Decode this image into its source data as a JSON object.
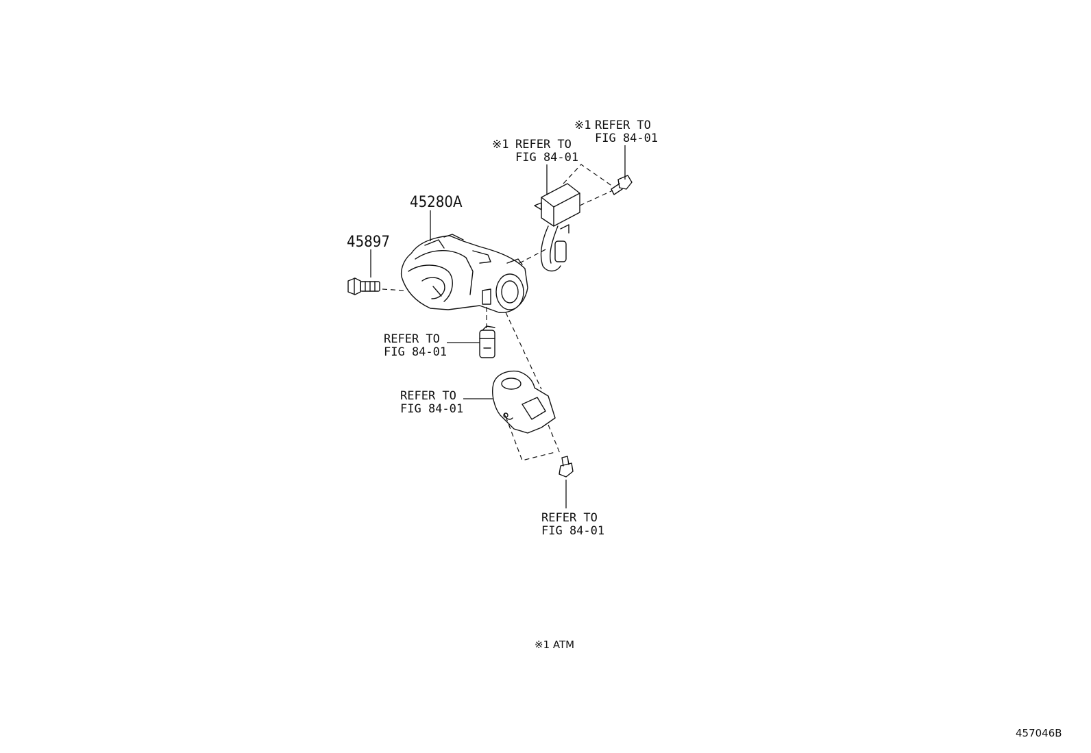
{
  "parts": {
    "housing_number": "45280A",
    "bolt_number": "45897"
  },
  "callouts": {
    "ref_line1": "REFER TO",
    "ref_line2": "FIG 84-01",
    "atm_mark": "※1"
  },
  "footnote": {
    "text": "※1 ATM"
  },
  "diagram_id": "457046B"
}
